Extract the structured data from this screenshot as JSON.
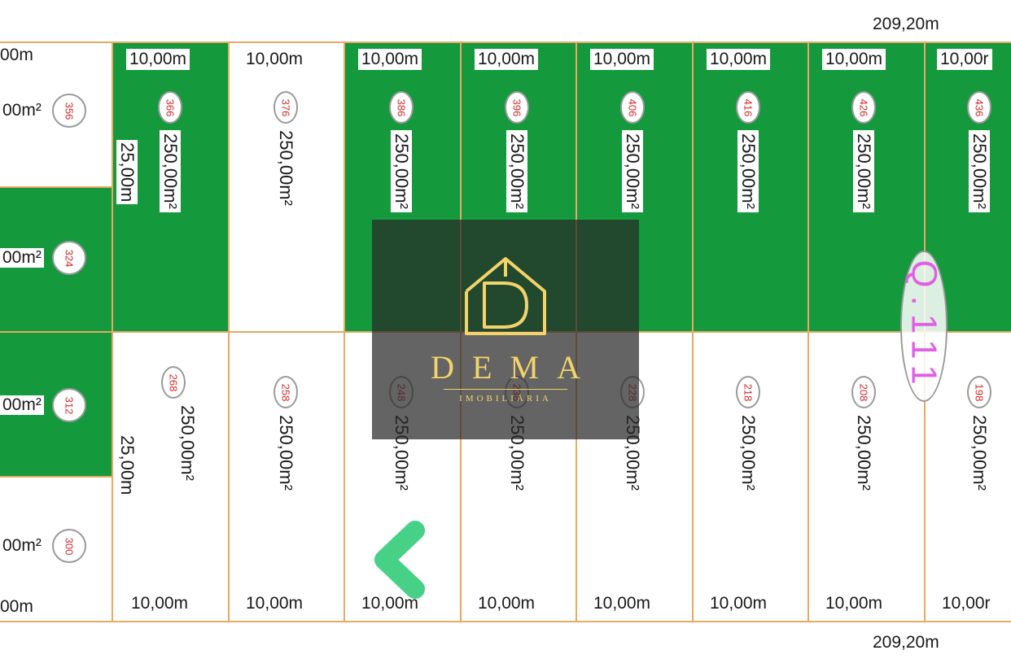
{
  "colors": {
    "green": "#149a3c",
    "lot_border": "#e8a866",
    "lot_number": "#d62828",
    "quadra": "#e25ee5",
    "watermark_gold": "#f3d36b"
  },
  "dimensions": {
    "total_width_top": "209,20m",
    "total_width_bottom": "209,20m",
    "lot_depth_top": "25,00m",
    "lot_depth_bottom": "25,00m"
  },
  "top_row": [
    {
      "number": "366",
      "area": "250,00m²",
      "width": "10,00m",
      "status": "green"
    },
    {
      "number": "376",
      "area": "250,00m²",
      "width": "10,00m",
      "status": "white"
    },
    {
      "number": "386",
      "area": "250,00m²",
      "width": "10,00m",
      "status": "green"
    },
    {
      "number": "396",
      "area": "250,00m²",
      "width": "10,00m",
      "status": "green"
    },
    {
      "number": "406",
      "area": "250,00m²",
      "width": "10,00m",
      "status": "green"
    },
    {
      "number": "416",
      "area": "250,00m²",
      "width": "10,00m",
      "status": "green"
    },
    {
      "number": "426",
      "area": "250,00m²",
      "width": "10,00m",
      "status": "green"
    },
    {
      "number": "436",
      "area": "250,00m²",
      "width": "10,00r",
      "status": "green"
    }
  ],
  "bottom_row": [
    {
      "number": "268",
      "area": "250,00m²",
      "width": "10,00m",
      "status": "white"
    },
    {
      "number": "258",
      "area": "250,00m²",
      "width": "10,00m",
      "status": "white"
    },
    {
      "number": "248",
      "area": "250,00m²",
      "width": "10,00m",
      "status": "white"
    },
    {
      "number": "238",
      "area": "250,00m²",
      "width": "10,00m",
      "status": "white"
    },
    {
      "number": "228",
      "area": "250,00m²",
      "width": "10,00m",
      "status": "white"
    },
    {
      "number": "218",
      "area": "250,00m²",
      "width": "10,00m",
      "status": "white"
    },
    {
      "number": "208",
      "area": "250,00m²",
      "width": "10,00m",
      "status": "white"
    },
    {
      "number": "198",
      "area": "250,00m²",
      "width": "10,00r",
      "status": "white"
    }
  ],
  "left_column": [
    {
      "number": "356",
      "area": "00m²",
      "status": "white"
    },
    {
      "number": "324",
      "area": "00m²",
      "status": "green"
    },
    {
      "number": "312",
      "area": "00m²",
      "status": "green"
    },
    {
      "number": "300",
      "area": "00m²",
      "status": "white"
    }
  ],
  "left_column_top_width": "00m",
  "left_column_bottom_width": "00m",
  "quadra_label": "Q.111",
  "watermark": {
    "name": "DEMA",
    "subtitle": "IMOBILIÁRIA",
    "logo_icon": "house-d-logo-icon"
  },
  "nav_icon": "chevron-left-icon"
}
